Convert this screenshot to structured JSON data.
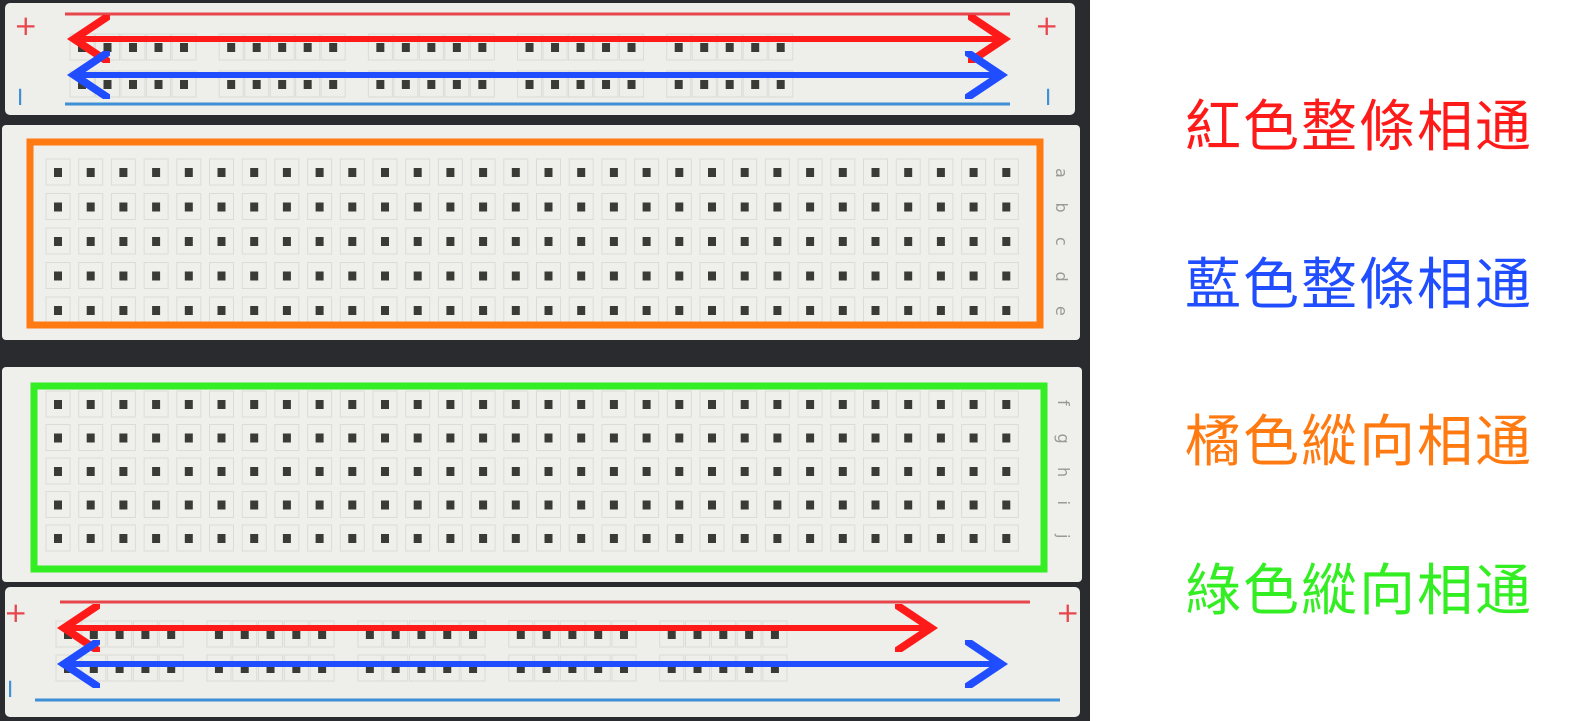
{
  "colors": {
    "red": "#ff1a1a",
    "blue": "#1f4dff",
    "orange": "#ff7a10",
    "green": "#33ee22",
    "plus_mark": "#e8464d",
    "minus_mark": "#3d8fd6"
  },
  "rails": {
    "plus_symbol": "+",
    "minus_symbol": "−"
  },
  "row_labels": {
    "top": [
      "a",
      "b",
      "c",
      "d",
      "e"
    ],
    "bottom": [
      "f",
      "g",
      "h",
      "i",
      "j"
    ]
  },
  "legend": [
    {
      "text": "紅色整條相通",
      "color": "#ff1a1a"
    },
    {
      "text": "藍色整條相通",
      "color": "#1f4dff"
    },
    {
      "text": "橘色縱向相通",
      "color": "#ff7a10"
    },
    {
      "text": "綠色縱向相通",
      "color": "#33ee22"
    }
  ]
}
